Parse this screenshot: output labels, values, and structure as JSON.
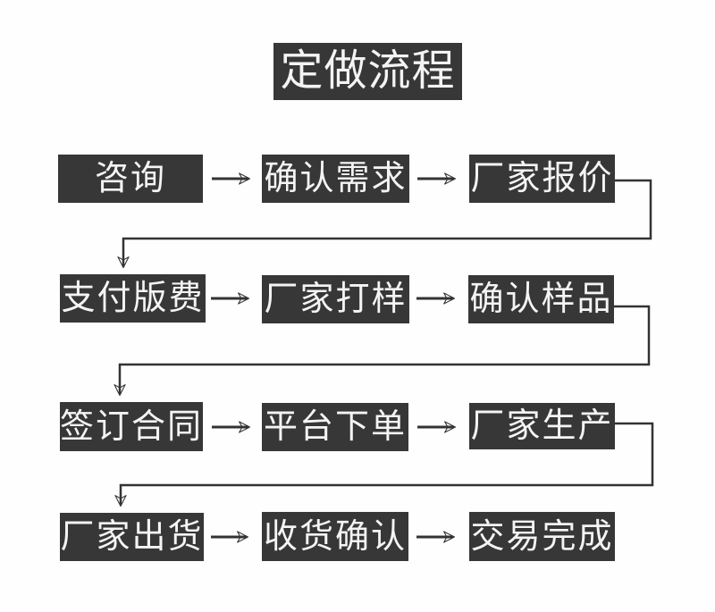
{
  "title": "定做流程",
  "flow": {
    "rows": [
      {
        "steps": [
          "咨询",
          "确认需求",
          "厂家报价"
        ]
      },
      {
        "steps": [
          "支付版费",
          "厂家打样",
          "确认样品"
        ]
      },
      {
        "steps": [
          "签订合同",
          "平台下单",
          "厂家生产"
        ]
      },
      {
        "steps": [
          "厂家出货",
          "收货确认",
          "交易完成"
        ]
      }
    ]
  },
  "colors": {
    "box_bg": "#373737",
    "box_text": "#f4f4f4",
    "line": "#333333",
    "background": "#fefefe"
  }
}
